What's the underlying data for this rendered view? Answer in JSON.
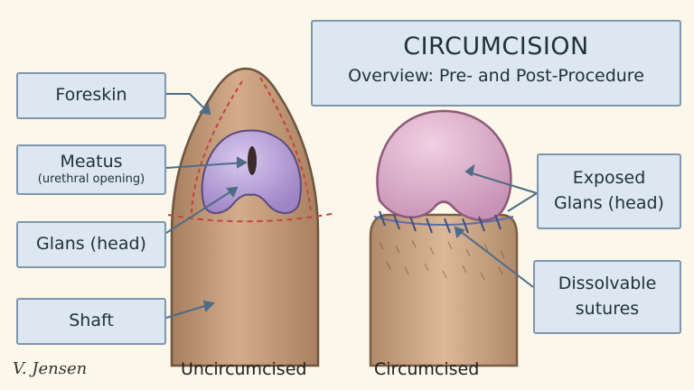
{
  "title": {
    "main": "CIRCUMCISION",
    "subtitle": "Overview: Pre- and Post-Procedure"
  },
  "labels": {
    "foreskin": "Foreskin",
    "meatus": "Meatus",
    "meatus_sub": "(urethral opening)",
    "glans": "Glans (head)",
    "shaft": "Shaft",
    "exposed_glans_line1": "Exposed",
    "exposed_glans_line2": "Glans (head)",
    "sutures_line1": "Dissolvable",
    "sutures_line2": "sutures"
  },
  "captions": {
    "left": "Uncircumcised",
    "right": "Circumcised"
  },
  "signature": "V. Jensen",
  "colors": {
    "background": "#fbf7ea",
    "box_fill": "#dde7f1",
    "box_border": "#7f96ad",
    "skin": "#c8a07e",
    "glans": "#b9a3d6",
    "glans_pink": "#d8a6c4",
    "cut_line": "#c8413e",
    "leader": "#4e6c86"
  }
}
